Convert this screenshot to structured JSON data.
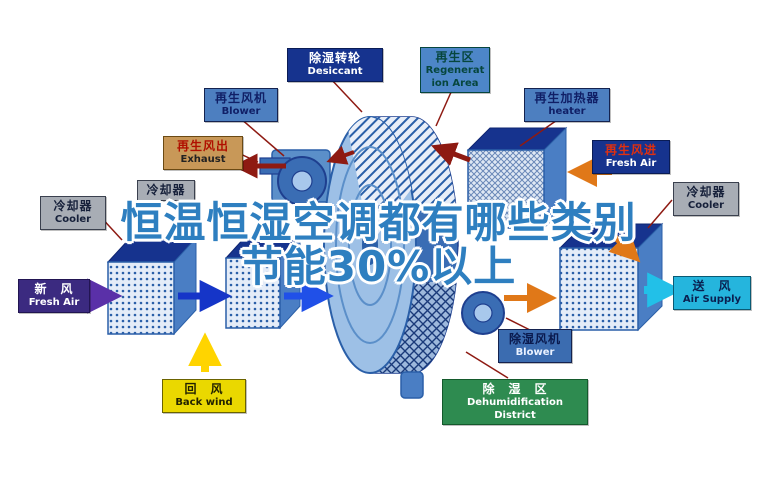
{
  "watermark": {
    "line1": "恒温恒湿空调都有哪些类别",
    "line2": "节能30%以上"
  },
  "labels": {
    "desiccant": {
      "zh": "除湿转轮",
      "en": "Desiccant"
    },
    "regeneration_area": {
      "zh": "再生区",
      "en": "Regeneration Area"
    },
    "regen_blower": {
      "zh": "再生风机",
      "en": "Blower"
    },
    "regen_heater": {
      "zh": "再生加热器",
      "en": "heater"
    },
    "exhaust": {
      "zh": "再生风出",
      "en": "Exhaust"
    },
    "regen_fresh_air": {
      "zh": "再生风进",
      "en": "Fresh Air"
    },
    "cooler_small": {
      "zh": "冷却器"
    },
    "cooler_left": {
      "zh": "冷却器",
      "en": "Cooler"
    },
    "cooler_right": {
      "zh": "冷却器",
      "en": "Cooler"
    },
    "fresh_air": {
      "zh": "新　风",
      "en": "Fresh Air"
    },
    "air_supply": {
      "zh": "送　风",
      "en": "Air Supply"
    },
    "back_wind": {
      "zh": "回　风",
      "en": "Back wind"
    },
    "dehum_blower": {
      "zh": "除湿风机",
      "en": "Blower"
    },
    "dehum_district": {
      "zh": "除　湿　区",
      "en": "Dehumidification District"
    }
  },
  "colors": {
    "watermark_text": "#2e7fc0",
    "navy_label": "#16338e",
    "blue_label": "#4d7fc0",
    "tan_label": "#c89858",
    "gray_label": "#a8adb5",
    "purple_label": "#3b2a80",
    "cyan_label": "#25b5dd",
    "yellow_label": "#ead800",
    "green_label": "#2e8b50",
    "wheel_blue": "#9dc0e6",
    "arrow_maroon": "#8e1a12",
    "arrow_orange": "#e07818",
    "arrow_blue": "#1535c8",
    "arrow_purple": "#5a30a8",
    "arrow_cyan": "#22c0e8",
    "arrow_yellow": "#ffd400"
  }
}
